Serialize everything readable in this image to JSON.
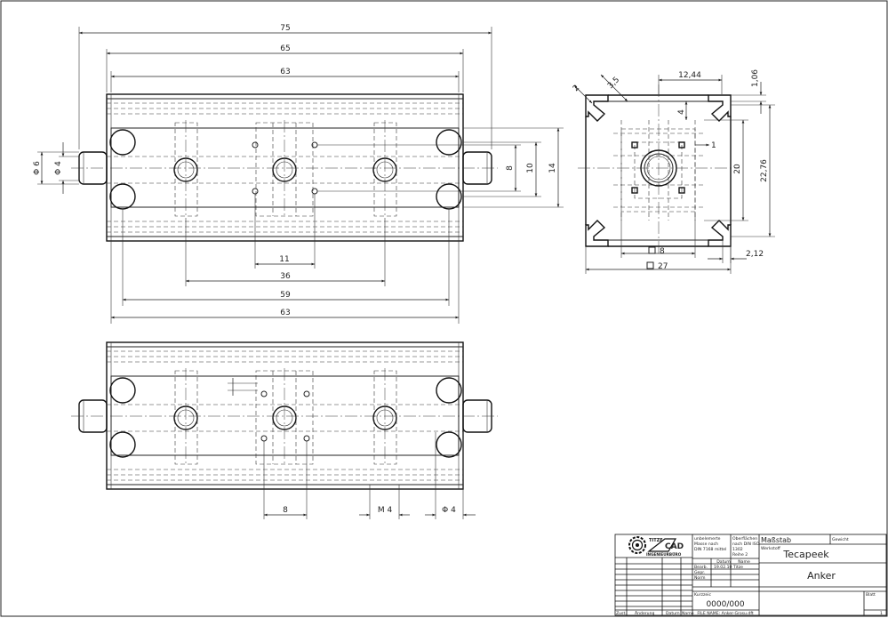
{
  "dimensions": {
    "front": {
      "d75": "75",
      "d65": "65",
      "d63top": "63",
      "d11": "11",
      "d36": "36",
      "d59": "59",
      "d63bot": "63",
      "d8": "8",
      "d10": "10",
      "d14": "14",
      "phi6": "Φ 6",
      "phi4": "Φ 4"
    },
    "side": {
      "d2": "2",
      "d35": "3,5",
      "d1244": "12,44",
      "d106": "1,06",
      "d4": "4",
      "d1": "1",
      "d20": "20",
      "d2276": "22,76",
      "sq8": "8",
      "sq27": "27",
      "d212": "2,12"
    },
    "bottom": {
      "d8": "8",
      "m4": "M 4",
      "phi4": "Φ 4"
    }
  },
  "title_block": {
    "logo_text_1": "TITZE",
    "logo_text_2": "CAD",
    "logo_text_3": "INGENIEURBÜRO",
    "tolerance_1": "unbelemerte",
    "tolerance_2": "Masse nach",
    "tolerance_3": "DIN 7168 mittel",
    "surface_1": "Oberflächen",
    "surface_2": "nach DIN ISO",
    "surface_3": "1302",
    "surface_4": "Reihe 2",
    "scale_label": "Maßstab",
    "weight_label": "Gewicht",
    "material_label": "Werkstoff",
    "material": "Tecapeek",
    "col_date": "Datum",
    "col_name": "Name",
    "row_drawn": "Bearb.",
    "drawn_date": "19.02.10",
    "drawn_name": "Titze",
    "row_checked": "Gepr.",
    "row_norm": "Norm",
    "part_name": "Anker",
    "drawing_no_label": "Kurzzeic",
    "drawing_no": "0000/000",
    "file_name": "FILE NAME: Anker-Grosu.dft",
    "sheet_label": "Blatt",
    "sheet_no": "1",
    "rev_col_1": "Zust.",
    "rev_col_2": "Änderung",
    "rev_col_3": "Datum",
    "rev_col_4": "Name"
  }
}
